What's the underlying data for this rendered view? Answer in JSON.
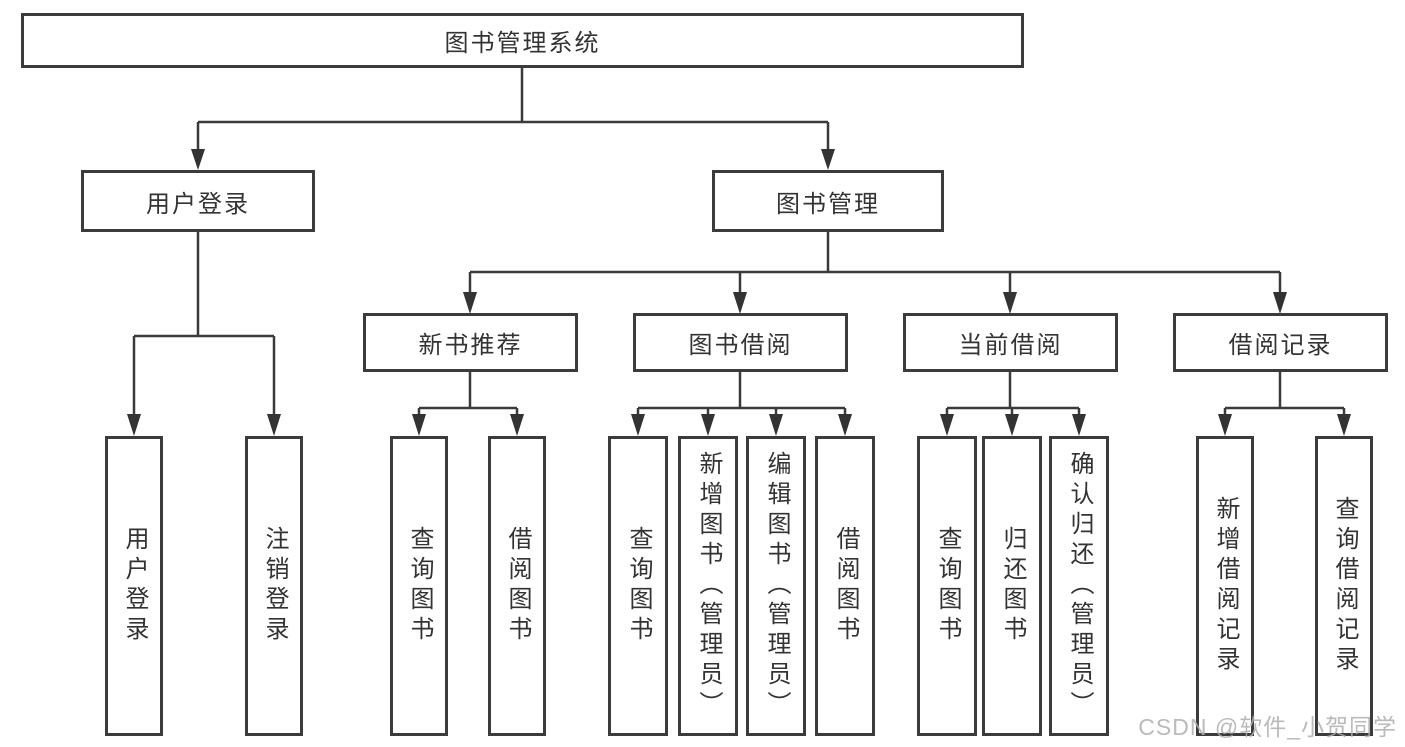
{
  "tree": {
    "root": "图书管理系统",
    "branches": [
      {
        "label": "用户登录",
        "children": [
          "用户登录",
          "注销登录"
        ]
      },
      {
        "label": "图书管理",
        "sections": [
          {
            "label": "新书推荐",
            "children": [
              "查询图书",
              "借阅图书"
            ]
          },
          {
            "label": "图书借阅",
            "children": [
              "查询图书",
              "新增图书（管理员）",
              "编辑图书（管理员）",
              "借阅图书"
            ]
          },
          {
            "label": "当前借阅",
            "children": [
              "查询图书",
              "归还图书",
              "确认归还（管理员）"
            ]
          },
          {
            "label": "借阅记录",
            "children": [
              "新增借阅记录",
              "查询借阅记录"
            ]
          }
        ]
      }
    ]
  },
  "watermark": "CSDN @软件_小贺同学",
  "colors": {
    "box_border": "#3b3b3b",
    "connector": "#3a3a3a",
    "text": "#333333",
    "watermark": "#aeaeae",
    "background": "#ffffff"
  }
}
